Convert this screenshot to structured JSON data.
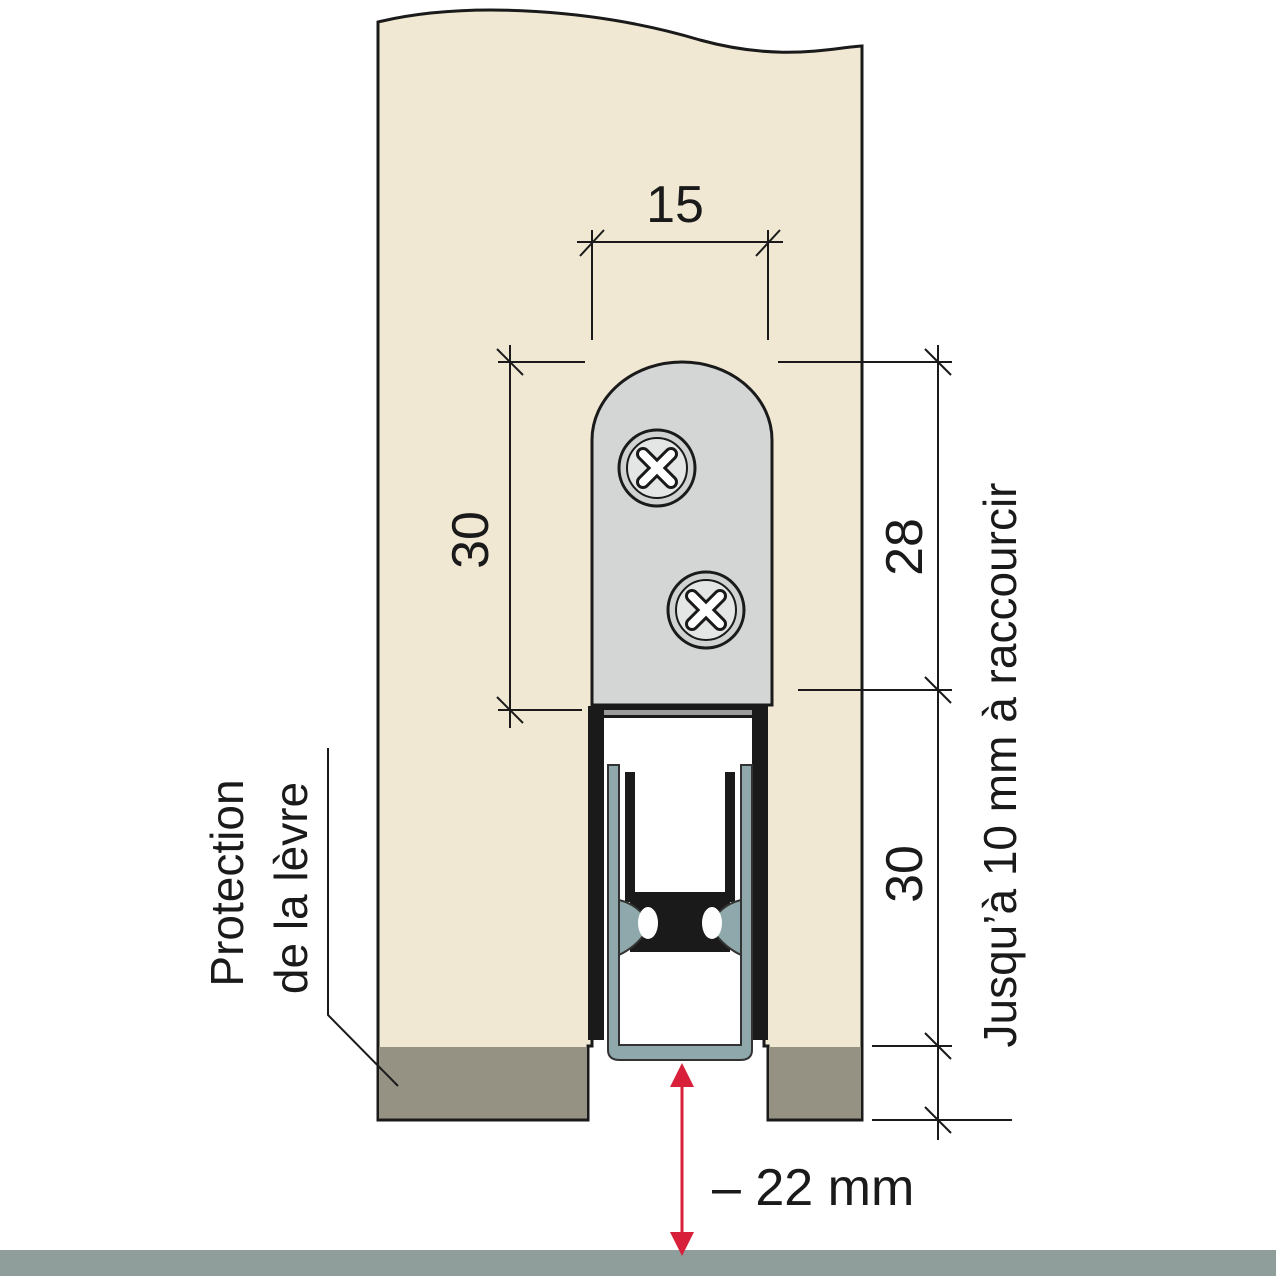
{
  "dimensions": {
    "screw_spacing": "15",
    "bracket_height": "30",
    "upper_height": "28",
    "lower_height": "30",
    "clearance": "– 22 mm"
  },
  "labels": {
    "shortening_note": "Jusqu’à 10 mm à raccourcir",
    "lip_protection_line1": "Protection",
    "lip_protection_line2": "de la lèvre"
  },
  "colors": {
    "door": "#f0e8d2",
    "door_outline": "#1a1a1a",
    "bracket": "#d3d6d5",
    "seal": "#8fa8ac",
    "floor_cover": "#959183",
    "floor": "#8f9e9a",
    "arrow": "#d8203a"
  }
}
